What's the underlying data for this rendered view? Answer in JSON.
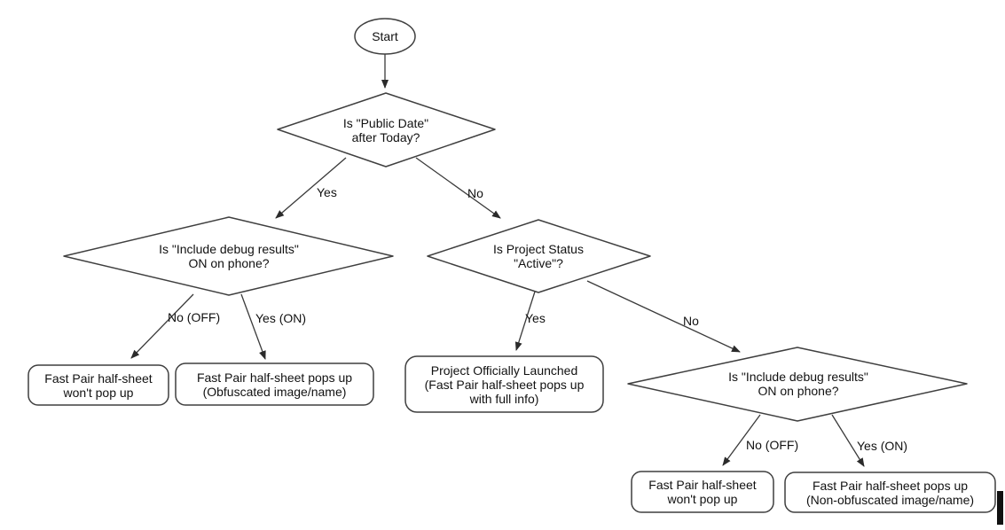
{
  "diagram": {
    "type": "flowchart",
    "background_color": "#ffffff",
    "stroke_color": "#3f3f3f",
    "text_color": "#111111",
    "nodes": {
      "start": {
        "shape": "ellipse",
        "label": "Start"
      },
      "decision_public_date": {
        "shape": "diamond",
        "lines": [
          "Is \"Public Date\"",
          "after Today?"
        ]
      },
      "decision_debug_left": {
        "shape": "diamond",
        "lines": [
          "Is \"Include debug results\"",
          "ON on phone?"
        ]
      },
      "decision_project_status": {
        "shape": "diamond",
        "lines": [
          "Is Project Status",
          "\"Active\"?"
        ]
      },
      "decision_debug_right": {
        "shape": "diamond",
        "lines": [
          "Is \"Include debug results\"",
          "ON on phone?"
        ]
      },
      "terminal_wont_popup_left": {
        "shape": "rounded-rect",
        "lines": [
          "Fast Pair half-sheet",
          "won't pop up"
        ]
      },
      "terminal_obfuscated": {
        "shape": "rounded-rect",
        "lines": [
          "Fast Pair half-sheet pops up",
          "(Obfuscated image/name)"
        ]
      },
      "terminal_launched": {
        "shape": "rounded-rect",
        "lines": [
          "Project Officially Launched",
          "(Fast Pair half-sheet pops up",
          "with full info)"
        ]
      },
      "terminal_wont_popup_right": {
        "shape": "rounded-rect",
        "lines": [
          "Fast Pair half-sheet",
          "won't pop up"
        ]
      },
      "terminal_non_obfuscated": {
        "shape": "rounded-rect",
        "lines": [
          "Fast Pair half-sheet pops up",
          "(Non-obfuscated image/name)"
        ]
      }
    },
    "edges": [
      {
        "from": "start",
        "to": "decision_public_date",
        "label": ""
      },
      {
        "from": "decision_public_date",
        "to": "decision_debug_left",
        "label": "Yes"
      },
      {
        "from": "decision_public_date",
        "to": "decision_project_status",
        "label": "No"
      },
      {
        "from": "decision_debug_left",
        "to": "terminal_wont_popup_left",
        "label": "No (OFF)"
      },
      {
        "from": "decision_debug_left",
        "to": "terminal_obfuscated",
        "label": "Yes (ON)"
      },
      {
        "from": "decision_project_status",
        "to": "terminal_launched",
        "label": "Yes"
      },
      {
        "from": "decision_project_status",
        "to": "decision_debug_right",
        "label": "No"
      },
      {
        "from": "decision_debug_right",
        "to": "terminal_wont_popup_right",
        "label": "No (OFF)"
      },
      {
        "from": "decision_debug_right",
        "to": "terminal_non_obfuscated",
        "label": "Yes (ON)"
      }
    ]
  }
}
